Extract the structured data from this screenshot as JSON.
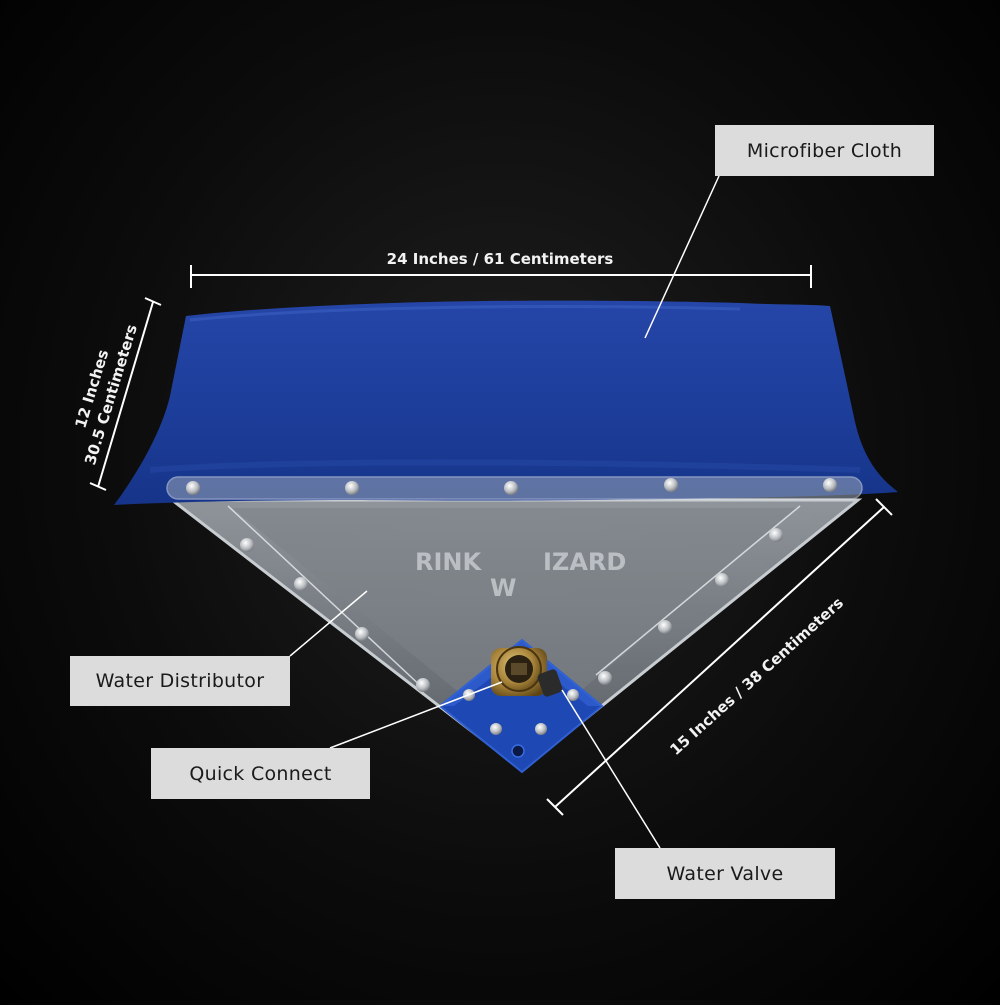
{
  "callouts": {
    "microfiber_cloth": "Microfiber Cloth",
    "water_distributor": "Water Distributor",
    "quick_connect": "Quick Connect",
    "water_valve": "Water Valve"
  },
  "dimensions": {
    "width": "24 Inches / 61 Centimeters",
    "depth_line1": "12 Inches",
    "depth_line2": "30.5 Centimeters",
    "side": "15 Inches / 38 Centimeters"
  },
  "brand": {
    "left": "RINK",
    "right": "IZARD",
    "mark": "W"
  },
  "colors": {
    "cloth": "#1d3f9c",
    "mount": "#1e49b5",
    "callout_bg": "#dcdcdc",
    "background": "#0c0c0c"
  }
}
